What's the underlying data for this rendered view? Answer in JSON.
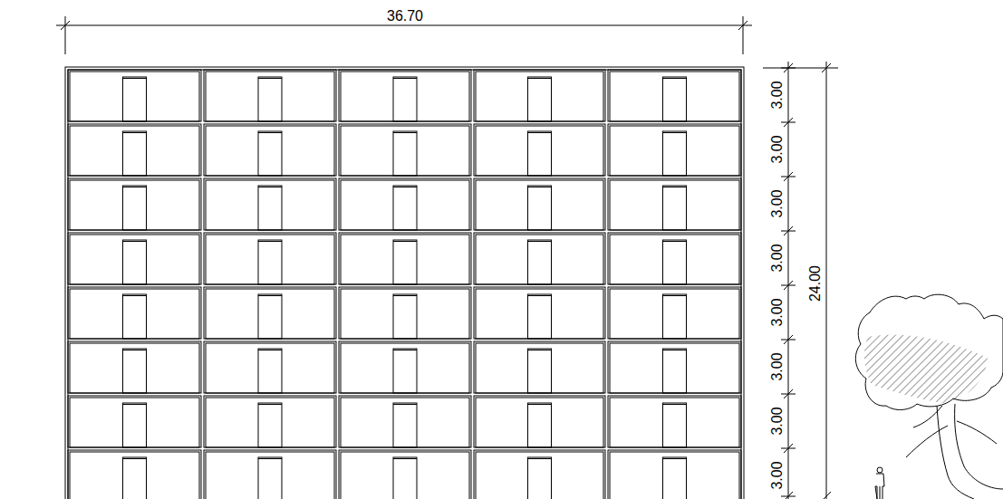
{
  "diagram": {
    "labels": [
      "36.70",
      "3.00",
      "3.00",
      "3.00",
      "3.00",
      "3.00",
      "3.00",
      "3.00",
      "3.00",
      "24.00"
    ]
  }
}
